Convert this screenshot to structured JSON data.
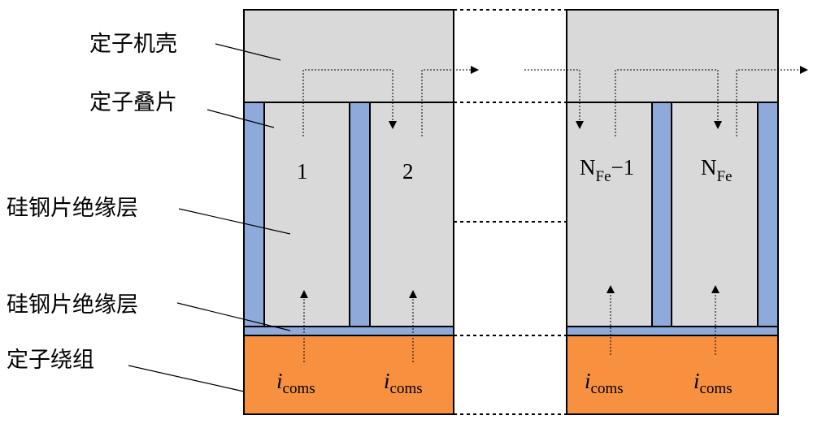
{
  "labels": {
    "housing": "定子机壳",
    "lamination": "定子叠片",
    "insulation_1": "硅钢片绝缘层",
    "insulation_2": "硅钢片绝缘层",
    "winding": "定子绕组"
  },
  "lamination_numbers": {
    "first": "1",
    "second": "2",
    "last_minus_one": {
      "base": "N",
      "sub": "Fe",
      "suffix": "−1"
    },
    "last": {
      "base": "N",
      "sub": "Fe"
    }
  },
  "current_label": {
    "base": "i",
    "sub": "coms"
  },
  "colors": {
    "housing_fill": "#d9d9d9",
    "lamination_fill": "#d9d9d9",
    "insulation_fill": "#8eaadb",
    "winding_fill": "#f79140",
    "outline": "#000000"
  }
}
